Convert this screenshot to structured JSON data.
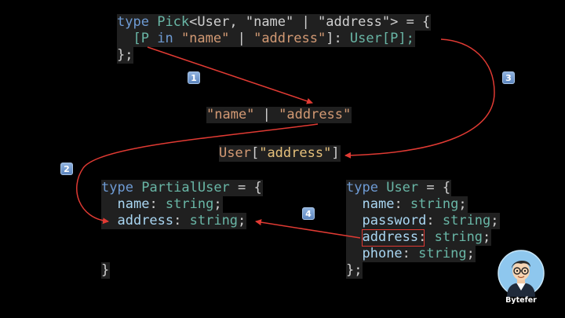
{
  "pick_decl": {
    "line1": {
      "kw": "type",
      "name": "Pick",
      "open": "<",
      "arg1": "User",
      "comma": ", ",
      "s1": "\"name\"",
      "bar": " | ",
      "s2": "\"address\"",
      "close": "> = {"
    },
    "line2": {
      "indent": "  ",
      "open": "[",
      "p": "P",
      "in": " in ",
      "s1": "\"name\"",
      "bar": " | ",
      "s2": "\"address\"",
      "close": "]: ",
      "user": "User",
      "idx": "[P];"
    },
    "line3": "};"
  },
  "union_text": {
    "s1": "\"name\"",
    "bar": " | ",
    "s2": "\"address\""
  },
  "indexed_access": {
    "user": "User",
    "open": "[",
    "key": "\"address\"",
    "close": "]"
  },
  "partial_user": {
    "line1": {
      "kw": "type",
      "name": "PartialUser",
      "rest": " = {"
    },
    "fields": [
      {
        "prop": "name",
        "colon": ": ",
        "type": "string",
        "semi": ";"
      },
      {
        "prop": "address",
        "colon": ": ",
        "type": "string",
        "semi": ";"
      }
    ],
    "close": "}"
  },
  "user_type": {
    "line1": {
      "kw": "type",
      "name": "User",
      "rest": " = {"
    },
    "fields": [
      {
        "prop": "name",
        "colon": ": ",
        "type": "string",
        "semi": ";"
      },
      {
        "prop": "password",
        "colon": ": ",
        "type": "string",
        "semi": ";"
      },
      {
        "prop": "address",
        "colon": ": ",
        "type": "string",
        "semi": ";"
      },
      {
        "prop": "phone",
        "colon": ": ",
        "type": "string",
        "semi": ";"
      }
    ],
    "close": "};"
  },
  "step_badges": [
    "1",
    "2",
    "3",
    "4"
  ],
  "brand": "Bytefer",
  "colors": {
    "background": "#000000",
    "keyword": "#6e9bd4",
    "type_name": "#69b6a6",
    "string": "#d39a74",
    "property": "#a9d6f2",
    "highlight_key": "#e5c07b",
    "arrow": "#e03a33",
    "badge": "#7aa0d2"
  },
  "icons": [
    "avatar-icon"
  ]
}
